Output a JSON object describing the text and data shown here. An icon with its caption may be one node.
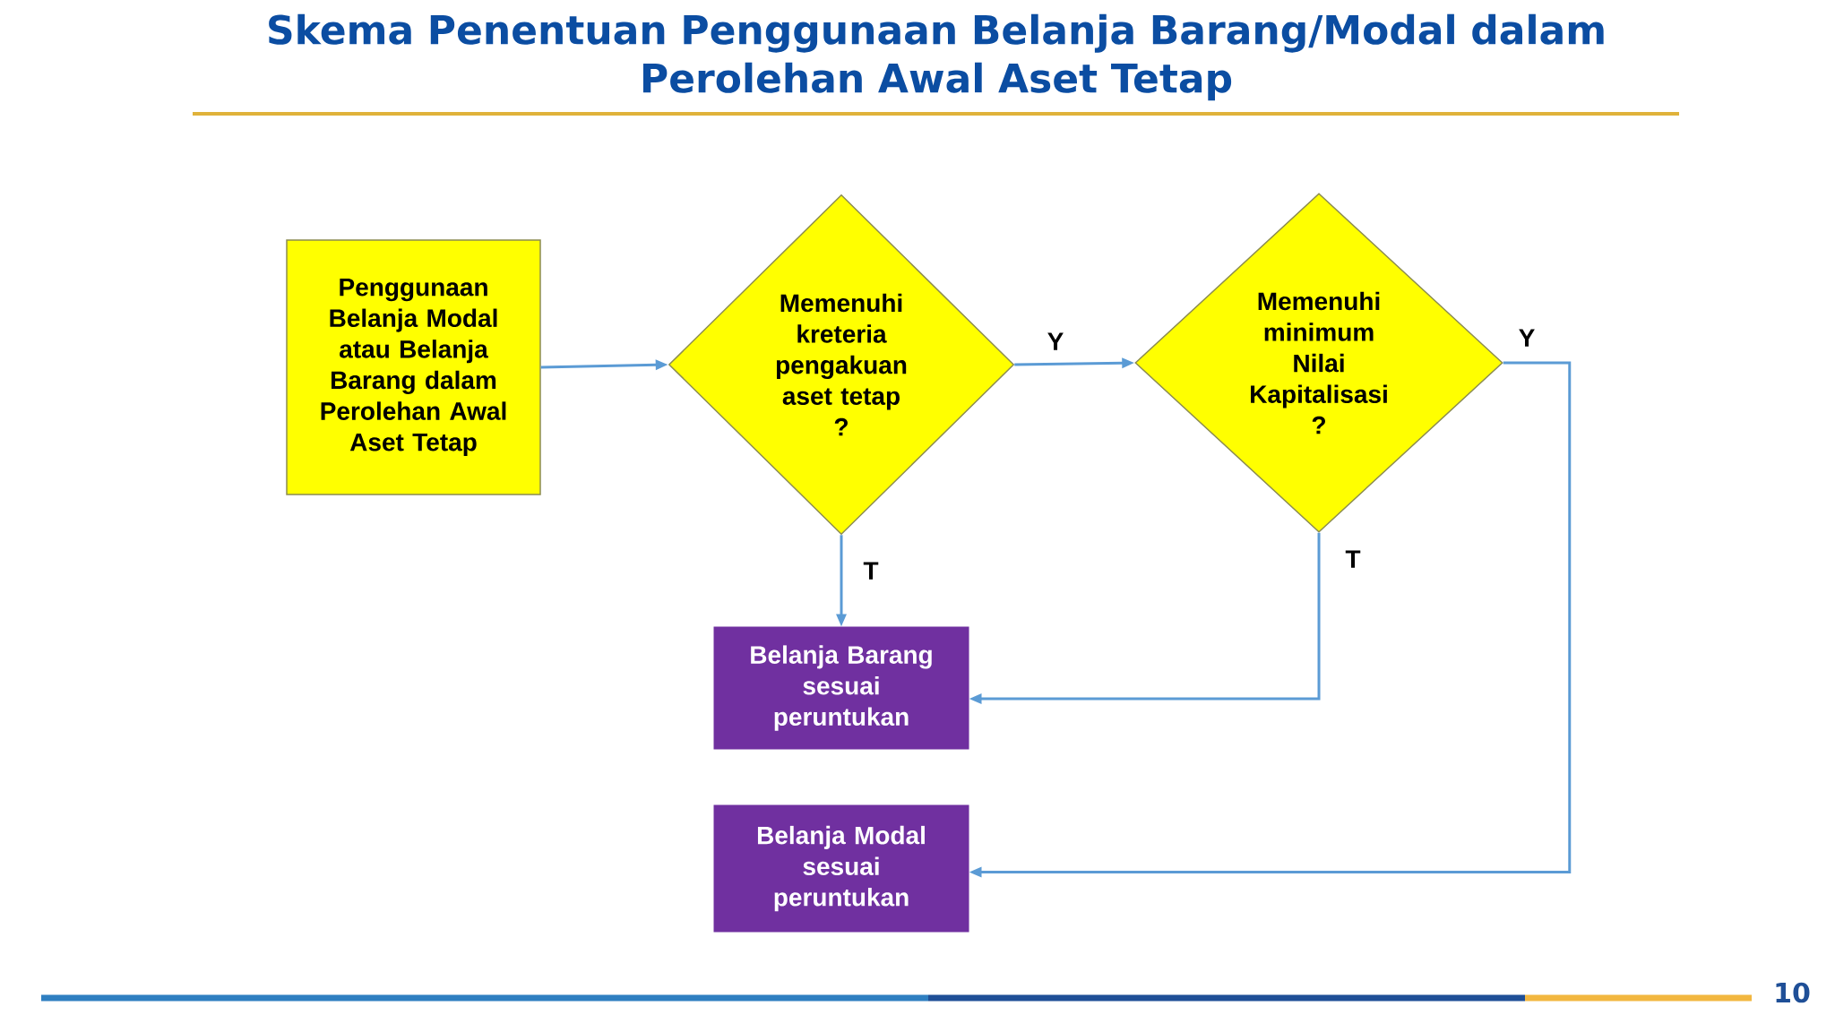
{
  "diagram": {
    "title": "Skema Penentuan Penggunaan Belanja Barang/Modal dalam Perolehan Awal Aset Tetap",
    "nodes": [
      {
        "text": [
          "Penggunaan Belanja Modal atau Belanja Barang dalam Perolehan Awal Aset Tetap"
        ]
      },
      {
        "text": [
          "Memenuhi kreteria pengakuan aset tetap ?"
        ]
      },
      {
        "text": [
          "Memenuhi minimum Nilai Kapitalisasi ?"
        ]
      },
      {
        "text": [
          "Belanja Barang sesuai peruntukan"
        ]
      },
      {
        "text": [
          "Belanja Modal sesuai peruntukan"
        ]
      }
    ],
    "edges": [
      {
        "from": 0,
        "to": 1,
        "arrow": "to"
      },
      {
        "from": 1,
        "to": 2,
        "arrow": "to",
        "label": "Y"
      },
      {
        "from": 1,
        "to": 3,
        "arrow": "to",
        "label": "T"
      },
      {
        "from": 2,
        "to": 3,
        "arrow": "to",
        "label": "T"
      },
      {
        "from": 2,
        "to": 4,
        "arrow": "to",
        "label": "Y"
      }
    ],
    "labels": [
      "10"
    ]
  }
}
